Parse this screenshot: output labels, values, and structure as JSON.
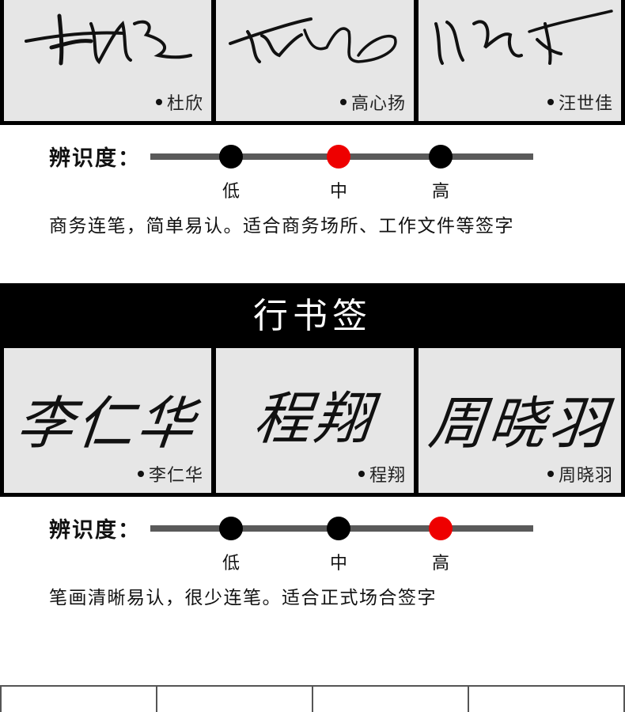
{
  "section1": {
    "cards": [
      {
        "name": "杜欣",
        "caption": "杜欣"
      },
      {
        "name": "高心扬",
        "caption": "高心扬"
      },
      {
        "name": "汪世佳",
        "caption": "汪世佳"
      }
    ],
    "recognizability_label": "辨识度：",
    "scale": {
      "labels": [
        "低",
        "中",
        "高"
      ],
      "active_index": 1
    },
    "description": "商务连笔，简单易认。适合商务场所、工作文件等签字"
  },
  "section2": {
    "title": "行书签",
    "cards": [
      {
        "name": "李仁华",
        "caption": "李仁华"
      },
      {
        "name": "程翔",
        "caption": "程翔"
      },
      {
        "name": "周晓羽",
        "caption": "周晓羽"
      }
    ],
    "recognizability_label": "辨识度：",
    "scale": {
      "labels": [
        "低",
        "中",
        "高"
      ],
      "active_index": 2
    },
    "description": "笔画清晰易认，很少连笔。适合正式场合签字"
  },
  "colors": {
    "active_dot": "#ee0000",
    "inactive_dot": "#000000",
    "track": "#5a5a5a",
    "card_bg": "#e6e6e6",
    "banner_bg": "#000000"
  }
}
